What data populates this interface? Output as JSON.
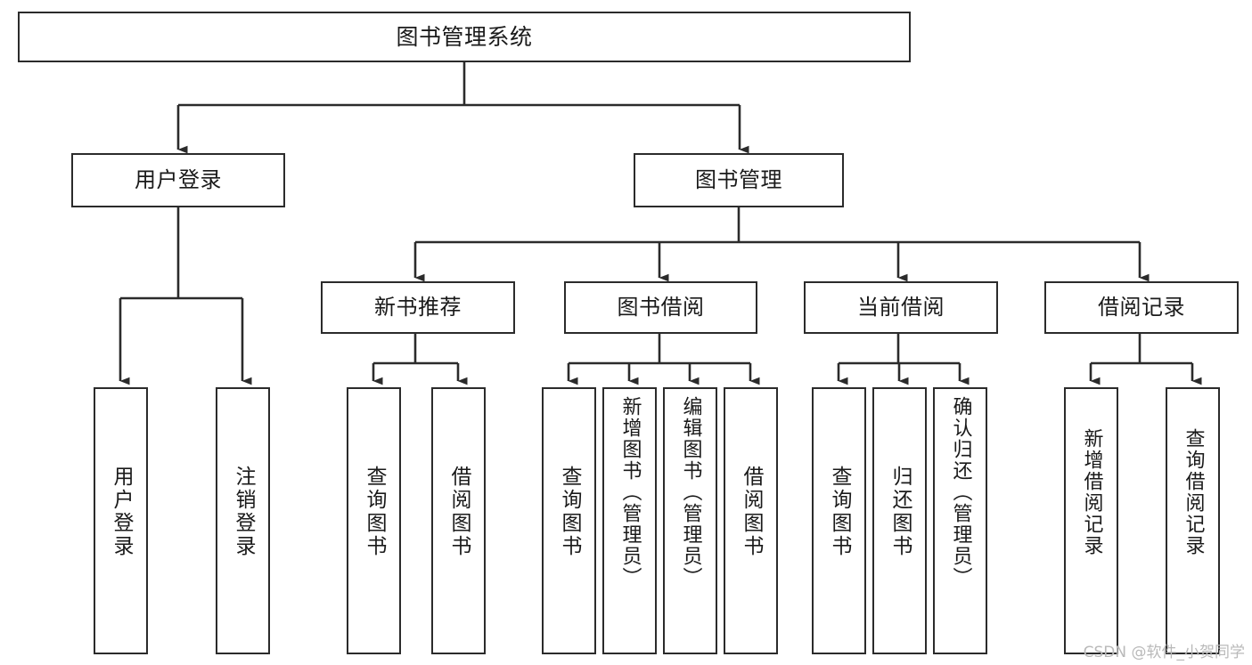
{
  "diagram": {
    "title": "图书管理系统",
    "type": "tree-hierarchy-chart",
    "watermark": "CSDN @软件_小贺同学",
    "stroke_color": "#2b2b2b",
    "fill_color": "#ffffff",
    "text_color": "#1a1a1a"
  },
  "nodes": {
    "root": {
      "label": "图书管理系统",
      "level": 1
    },
    "level2": [
      {
        "id": "user-login",
        "label": "用户登录",
        "level": 2
      },
      {
        "id": "book-management",
        "label": "图书管理",
        "level": 2
      }
    ],
    "level3": [
      {
        "id": "new-book-recommend",
        "label": "新书推荐",
        "level": 3,
        "parent": "book-management"
      },
      {
        "id": "book-borrow",
        "label": "图书借阅",
        "level": 3,
        "parent": "book-management"
      },
      {
        "id": "current-borrow",
        "label": "当前借阅",
        "level": 3,
        "parent": "book-management"
      },
      {
        "id": "borrow-record",
        "label": "借阅记录",
        "level": 3,
        "parent": "book-management"
      }
    ],
    "leaves": [
      {
        "id": "leaf-user-login",
        "label": "用户登录",
        "parent": "user-login"
      },
      {
        "id": "leaf-user-logout",
        "label": "注销登录",
        "parent": "user-login"
      },
      {
        "id": "leaf-query-book-1",
        "label": "查询图书",
        "parent": "new-book-recommend"
      },
      {
        "id": "leaf-borrow-book-1",
        "label": "借阅图书",
        "parent": "new-book-recommend"
      },
      {
        "id": "leaf-query-book-2",
        "label": "查询图书",
        "parent": "book-borrow"
      },
      {
        "id": "leaf-add-book",
        "label": "新增图书（管理员）",
        "parent": "book-borrow"
      },
      {
        "id": "leaf-edit-book",
        "label": "编辑图书（管理员）",
        "parent": "book-borrow"
      },
      {
        "id": "leaf-borrow-book-2",
        "label": "借阅图书",
        "parent": "book-borrow"
      },
      {
        "id": "leaf-query-book-3",
        "label": "查询图书",
        "parent": "current-borrow"
      },
      {
        "id": "leaf-return-book",
        "label": "归还图书",
        "parent": "current-borrow"
      },
      {
        "id": "leaf-confirm-return",
        "label": "确认归还（管理员）",
        "parent": "current-borrow"
      },
      {
        "id": "leaf-add-record",
        "label": "新增借阅记录",
        "parent": "borrow-record"
      },
      {
        "id": "leaf-query-record",
        "label": "查询借阅记录",
        "parent": "borrow-record"
      }
    ]
  }
}
